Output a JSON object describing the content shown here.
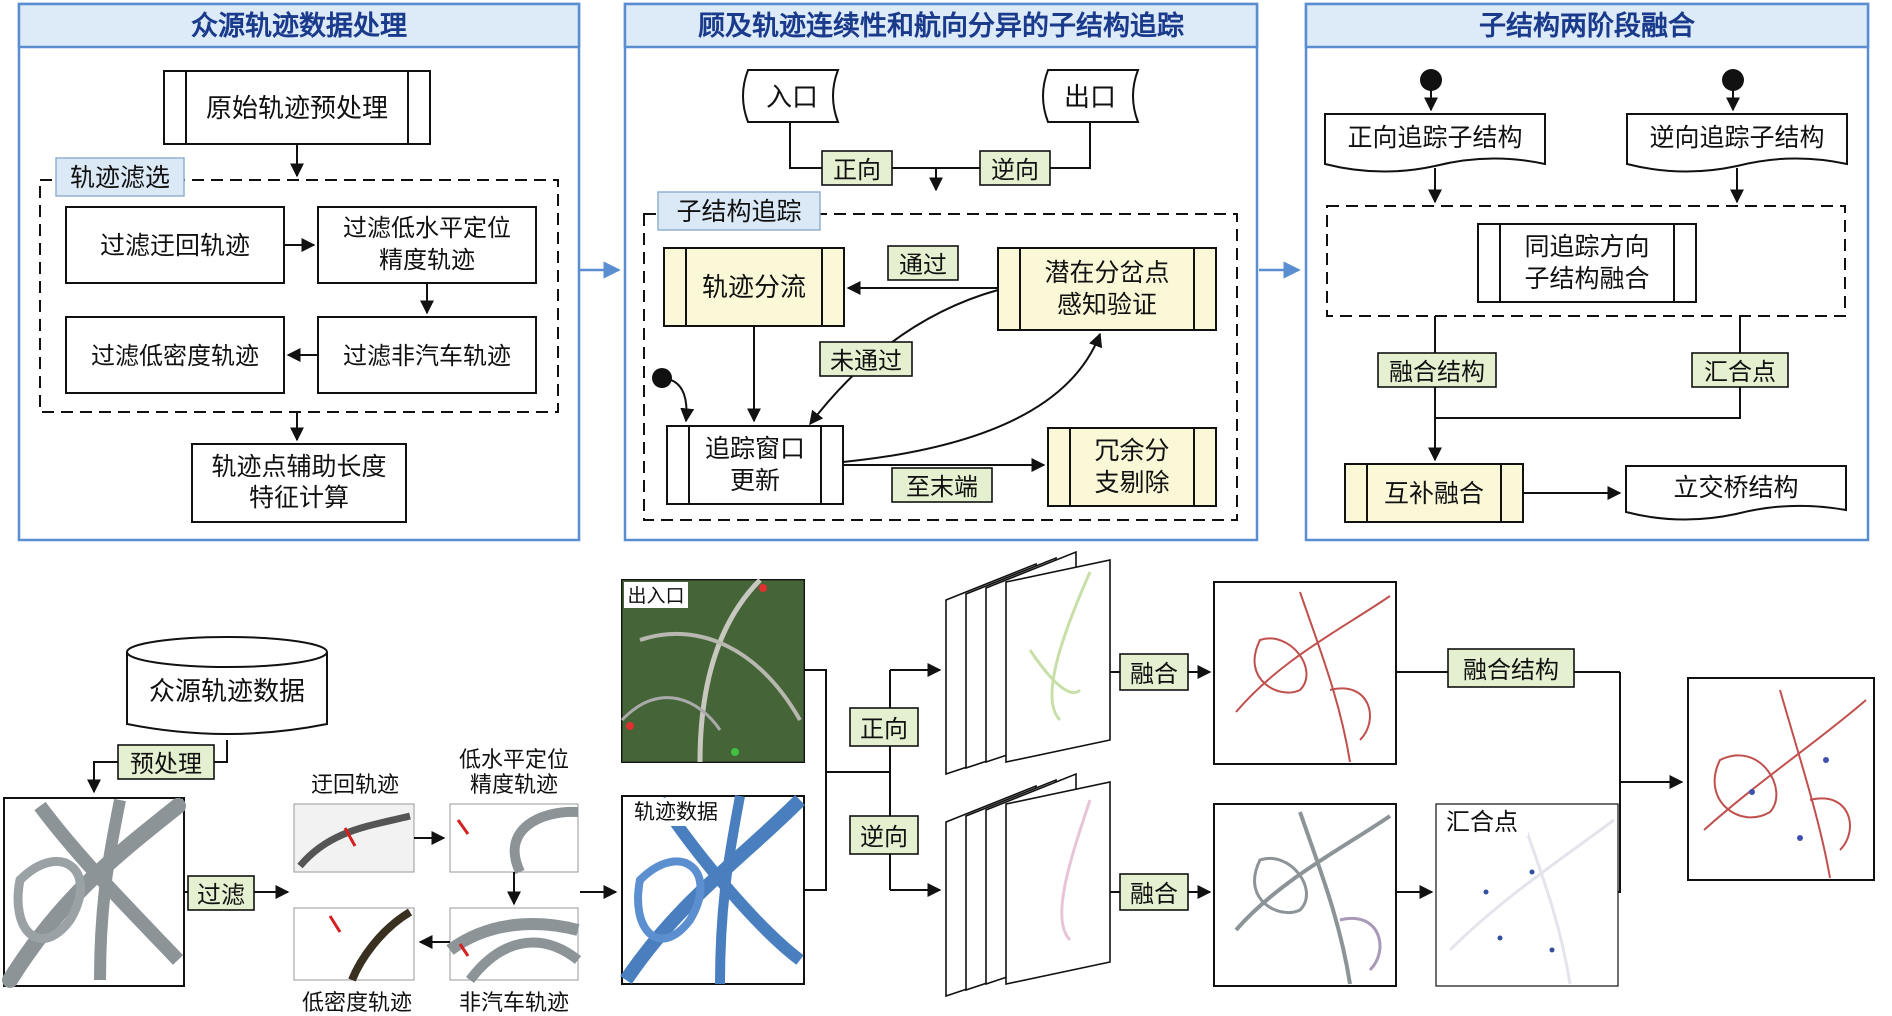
{
  "panels": {
    "p1": {
      "title": "众源轨迹数据处理",
      "raw_preprocess": "原始轨迹预处理",
      "group_label": "轨迹滤选",
      "filter_detour": "过滤迂回轨迹",
      "filter_lowacc_1": "过滤低水平定位",
      "filter_lowacc_2": "精度轨迹",
      "filter_lowdensity": "过滤低密度轨迹",
      "filter_nonvehicle": "过滤非汽车轨迹",
      "feature_1": "轨迹点辅助长度",
      "feature_2": "特征计算"
    },
    "p2": {
      "title": "顾及轨迹连续性和航向分异的子结构追踪",
      "entry": "入口",
      "exit": "出口",
      "forward": "正向",
      "reverse": "逆向",
      "group_label": "子结构追踪",
      "split": "轨迹分流",
      "pass": "通过",
      "verify_1": "潜在分岔点",
      "verify_2": "感知验证",
      "fail": "未通过",
      "update_1": "追踪窗口",
      "update_2": "更新",
      "to_end": "至末端",
      "redundant_1": "冗余分",
      "redundant_2": "支剔除"
    },
    "p3": {
      "title": "子结构两阶段融合",
      "fwd_sub": "正向追踪子结构",
      "rev_sub": "逆向追踪子结构",
      "same_1": "同追踪方向",
      "same_2": "子结构融合",
      "fused_structure": "融合结构",
      "junction": "汇合点",
      "complement": "互补融合",
      "interchange": "立交桥结构"
    }
  },
  "bottom": {
    "database": "众源轨迹数据",
    "preprocess": "预处理",
    "filter": "过滤",
    "detour": "迂回轨迹",
    "lowacc_1": "低水平定位",
    "lowacc_2": "精度轨迹",
    "lowdensity": "低密度轨迹",
    "nonvehicle": "非汽车轨迹",
    "entry_exit": "出入口",
    "traj_data": "轨迹数据",
    "forward": "正向",
    "reverse": "逆向",
    "fuse_top": "融合",
    "fuse_bottom": "融合",
    "fused_structure": "融合结构",
    "junction": "汇合点"
  },
  "colors": {
    "panel_border": "#5a8ed0",
    "header_fill": "#ddeaf7",
    "title_text": "#1a3a8c",
    "label_fill": "#e4f0d0",
    "process_fill": "#fbf8d8",
    "trajectory_blue": "#4a7fbf",
    "trajectory_grey": "#8c9498",
    "trajectory_red": "#c0504d"
  }
}
